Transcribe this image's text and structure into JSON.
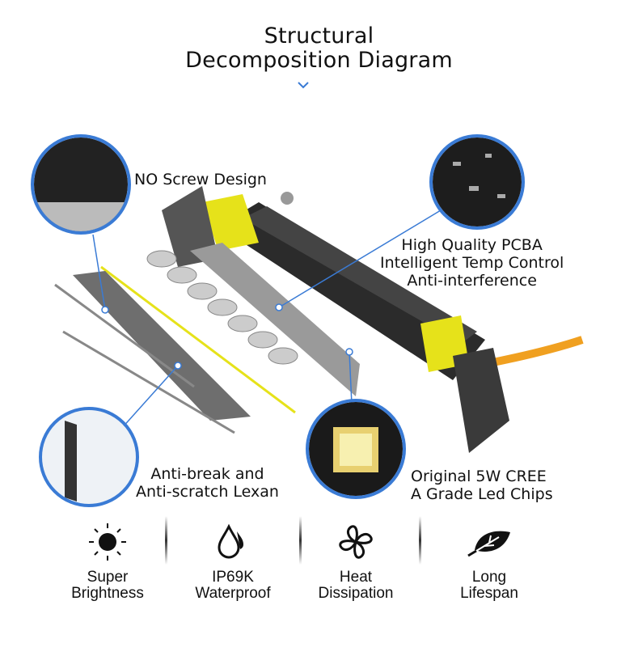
{
  "title": {
    "line1": "Structural",
    "line2": "Decomposition Diagram"
  },
  "callouts": {
    "no_screw": "NO Screw Design",
    "pcba": [
      "High Quality PCBA",
      "Intelligent Temp Control",
      "Anti-interference"
    ],
    "lexan": [
      "Anti-break and",
      "Anti-scratch Lexan"
    ],
    "chips": [
      "Original 5W CREE",
      "A Grade Led Chips"
    ]
  },
  "features": [
    {
      "icon": "sun-icon",
      "line1": "Super",
      "line2": "Brightness"
    },
    {
      "icon": "water-drop-icon",
      "line1": "IP69K",
      "line2": "Waterproof"
    },
    {
      "icon": "fan-icon",
      "line1": "Heat",
      "line2": "Dissipation"
    },
    {
      "icon": "leaf-icon",
      "line1": "Long",
      "line2": "Lifespan"
    }
  ],
  "colors": {
    "accent": "#3a7bd5",
    "yellow": "#e6e21a",
    "cable": "#f0a020",
    "body": "#2a2a2a"
  }
}
